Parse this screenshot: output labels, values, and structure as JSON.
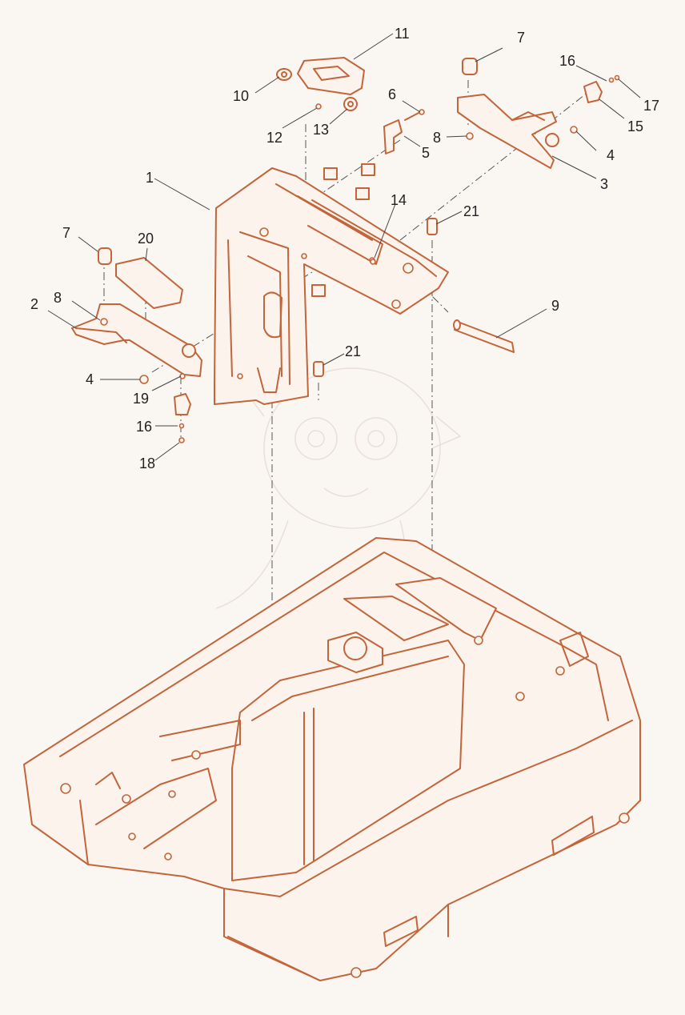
{
  "callouts": [
    {
      "id": "c1",
      "label": "1"
    },
    {
      "id": "c2",
      "label": "2"
    },
    {
      "id": "c3",
      "label": "3"
    },
    {
      "id": "c4a",
      "label": "4"
    },
    {
      "id": "c4b",
      "label": "4"
    },
    {
      "id": "c5",
      "label": "5"
    },
    {
      "id": "c6",
      "label": "6"
    },
    {
      "id": "c7a",
      "label": "7"
    },
    {
      "id": "c7b",
      "label": "7"
    },
    {
      "id": "c8a",
      "label": "8"
    },
    {
      "id": "c8b",
      "label": "8"
    },
    {
      "id": "c9",
      "label": "9"
    },
    {
      "id": "c10",
      "label": "10"
    },
    {
      "id": "c11",
      "label": "11"
    },
    {
      "id": "c12",
      "label": "12"
    },
    {
      "id": "c13",
      "label": "13"
    },
    {
      "id": "c14",
      "label": "14"
    },
    {
      "id": "c15",
      "label": "15"
    },
    {
      "id": "c16a",
      "label": "16"
    },
    {
      "id": "c16b",
      "label": "16"
    },
    {
      "id": "c17",
      "label": "17"
    },
    {
      "id": "c18",
      "label": "18"
    },
    {
      "id": "c19",
      "label": "19"
    },
    {
      "id": "c20",
      "label": "20"
    },
    {
      "id": "c21a",
      "label": "21"
    },
    {
      "id": "c21b",
      "label": "21"
    }
  ],
  "colors": {
    "line": "#c2653a",
    "label": "#222222",
    "background": "#faf7f3"
  }
}
